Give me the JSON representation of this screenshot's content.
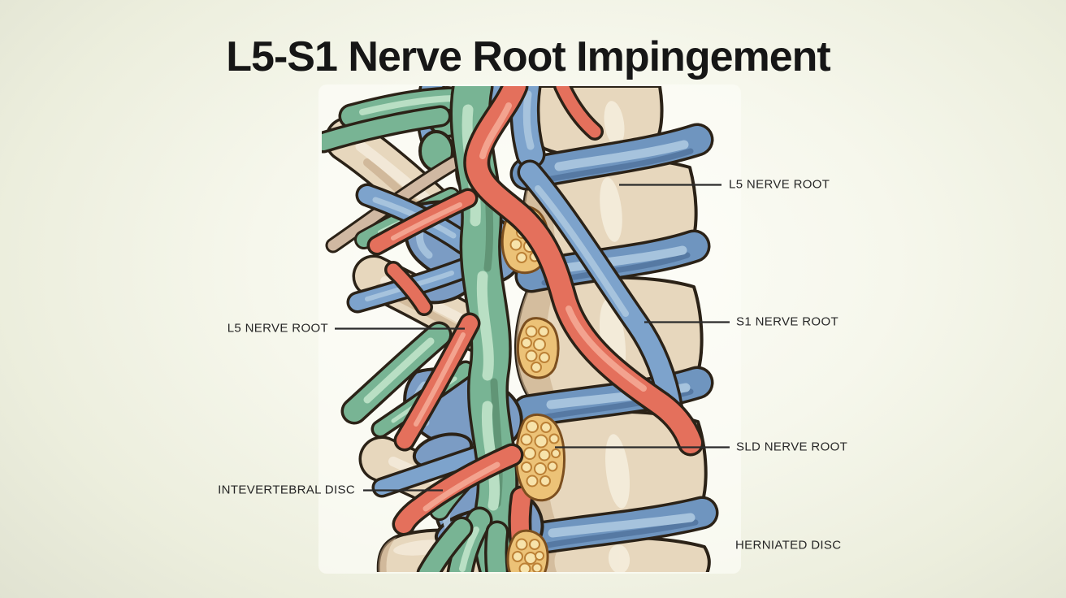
{
  "diagram": {
    "title": "L5-S1 Nerve Root Impingement",
    "callouts_right": [
      {
        "label": "L5 NERVE ROOT"
      },
      {
        "label": "S1 NERVE ROOT"
      },
      {
        "label": "SLD NERVE ROOT"
      },
      {
        "label": "HERNIATED DISC"
      }
    ],
    "callouts_left": [
      {
        "label": "L5 NERVE ROOT"
      },
      {
        "label": "INTEVERTEBRAL DISC"
      }
    ],
    "colors": {
      "background_center": "#fdfdf8",
      "background_edge": "#dfe1d0",
      "bone": "#e7d7bd",
      "bone_shade": "#cbb08e",
      "bone_highlight": "#f6efdf",
      "disc_blue": "#6f95bf",
      "blue_structure": "#7da3cc",
      "blue_highlight": "#a6c3dd",
      "cord_green": "#78b494",
      "green_highlight": "#b9dfc4",
      "nerve_red": "#e4705c",
      "red_highlight": "#f3a38f",
      "herniation_yellow": "#ecc277",
      "bubble_yellow": "#f7e3ab",
      "outline": "#2b2217",
      "label_text": "#262626",
      "leader_line": "#2b2b2b"
    }
  }
}
